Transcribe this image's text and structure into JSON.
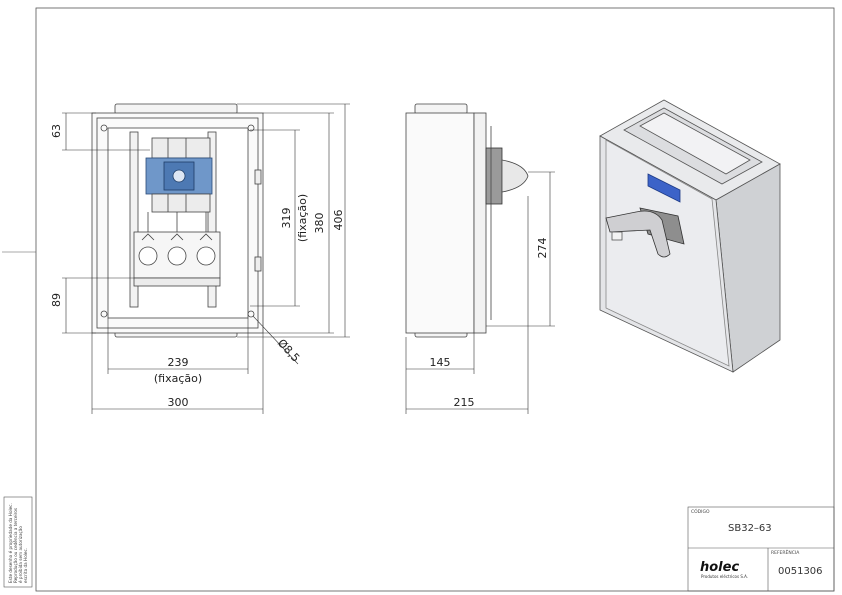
{
  "drawing": {
    "front_view": {
      "dim_top_terminal": "63",
      "dim_bottom_terminal": "89",
      "dim_fix_height": "319",
      "dim_fix_height_note": "(fixação)",
      "dim_inner_height": "380",
      "dim_outer_height": "406",
      "dim_fix_width": "239",
      "dim_fix_width_note": "(fixação)",
      "dim_outer_width": "300",
      "dim_hole": "Ø8,5"
    },
    "side_view": {
      "dim_handle_height": "274",
      "dim_body_depth": "145",
      "dim_total_depth": "215"
    }
  },
  "title_block": {
    "code_label": "CÓDIGO",
    "code_value": "SB32–63",
    "reference_label": "REFERÊNCIA",
    "reference_value": "0051306",
    "brand": "holec",
    "brand_sub": "Produtos eléctricos S.A."
  },
  "side_note": {
    "lines": [
      "Este desenho é propriedade da Holec.",
      "Reprodução ou cedência a terceiros",
      "é proibida sem autorização",
      "escrita da Holec."
    ]
  },
  "colors": {
    "breaker_blue": "#6f97c9",
    "window_blue": "#3c63c8",
    "handle_grey": "#8e8e8e"
  }
}
